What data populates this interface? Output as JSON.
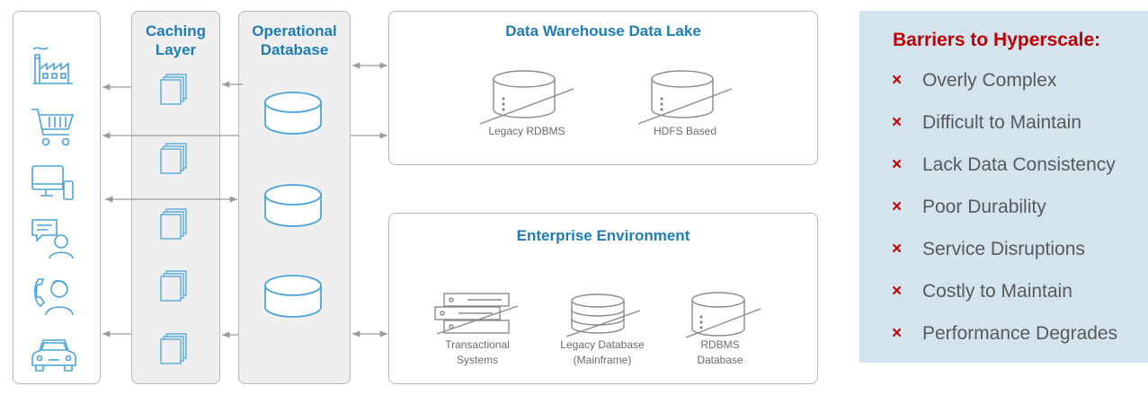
{
  "caching_layer": {
    "title": "Caching\nLayer"
  },
  "operational_db": {
    "title": "Operational\nDatabase"
  },
  "data_warehouse": {
    "title": "Data Warehouse Data Lake",
    "items": [
      {
        "label": "Legacy RDBMS"
      },
      {
        "label": "HDFS Based"
      }
    ]
  },
  "enterprise": {
    "title": "Enterprise Environment",
    "items": [
      {
        "label": "Transactional\nSystems"
      },
      {
        "label": "Legacy Database\n(Mainframe)"
      },
      {
        "label": "RDBMS\nDatabase"
      }
    ]
  },
  "client_icons": [
    "factory-icon",
    "shopping-cart-icon",
    "desktop-tablet-icon",
    "chat-user-icon",
    "phone-agent-icon",
    "car-icon"
  ],
  "barriers": {
    "title": "Barriers to Hyperscale:",
    "marker": "×",
    "items": [
      "Overly Complex",
      "Difficult to Maintain",
      "Lack Data Consistency",
      "Poor Durability",
      "Service Disruptions",
      "Costly to Maintain",
      "Performance Degrades"
    ]
  },
  "colors": {
    "accent_blue": "#1f7db3",
    "icon_blue": "#4aa3d8",
    "barrier_red": "#c00000",
    "barrier_bg": "#d3e4ee"
  }
}
